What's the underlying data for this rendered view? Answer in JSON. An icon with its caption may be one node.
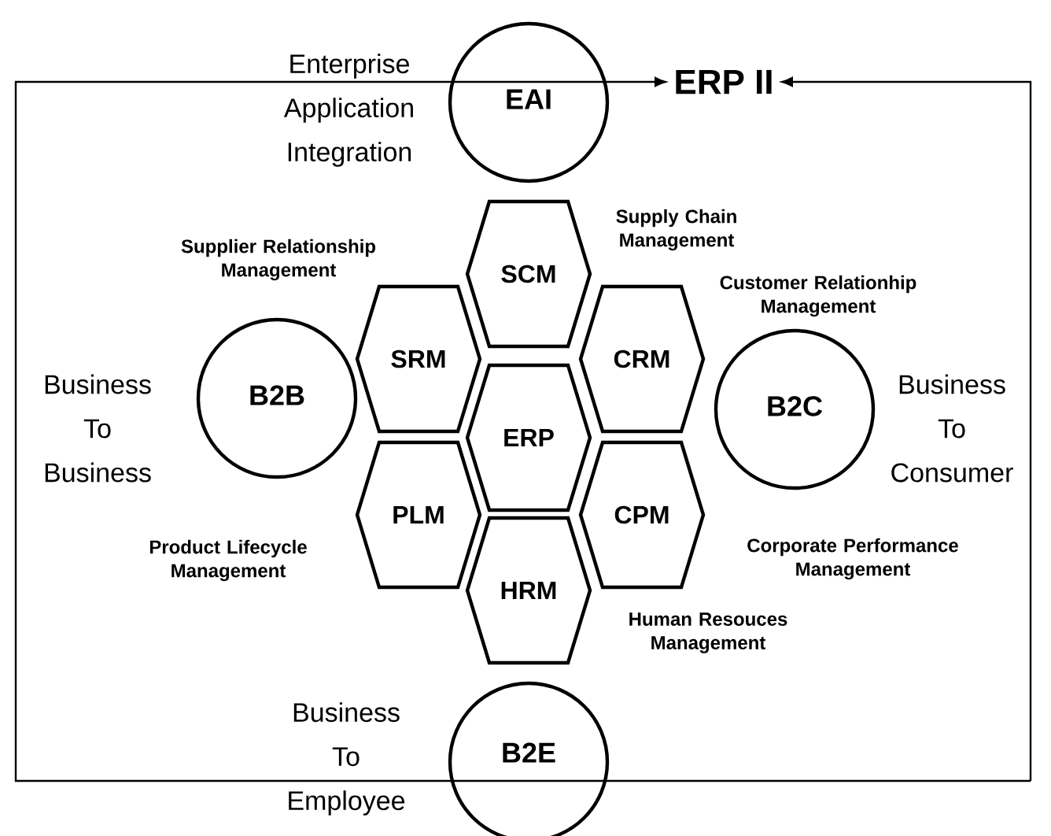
{
  "diagram": {
    "nodes": [
      {
        "text": [
          "EAI"
        ],
        "beside": [
          "Enterprise Application Integration"
        ]
      },
      {
        "text": [
          "ERP II"
        ]
      },
      {
        "text": [
          "SCM"
        ],
        "beside": [
          "Supply Chain Management"
        ]
      },
      {
        "text": [
          "SRM"
        ],
        "beside": [
          "Supplier Relationship Management"
        ]
      },
      {
        "text": [
          "CRM"
        ]
      },
      {
        "text": [
          "B2B"
        ],
        "beside": [
          "Business To Business"
        ]
      },
      {
        "text": [
          "ERP"
        ]
      },
      {
        "text": [
          "B2C"
        ],
        "beside": [
          "Business To Consumer"
        ]
      },
      {
        "text": [
          "PLM"
        ],
        "beside": [
          "Product Lifecycle Management"
        ]
      },
      {
        "text": [
          "CPM"
        ],
        "beside": [
          "Corporate Performance Management"
        ]
      },
      {
        "text": [
          "HRM"
        ],
        "beside": [
          "Human Resouces Management"
        ]
      },
      {
        "text": [
          "B2E"
        ],
        "beside": [
          "Business To Employee"
        ]
      }
    ],
    "edges": [
      {
        "from": null,
        "to": 1,
        "arrow": "to"
      },
      {
        "from": null,
        "to": 1,
        "arrow": "to"
      }
    ],
    "labels": [
      "Customer Relationhip Management"
    ]
  }
}
